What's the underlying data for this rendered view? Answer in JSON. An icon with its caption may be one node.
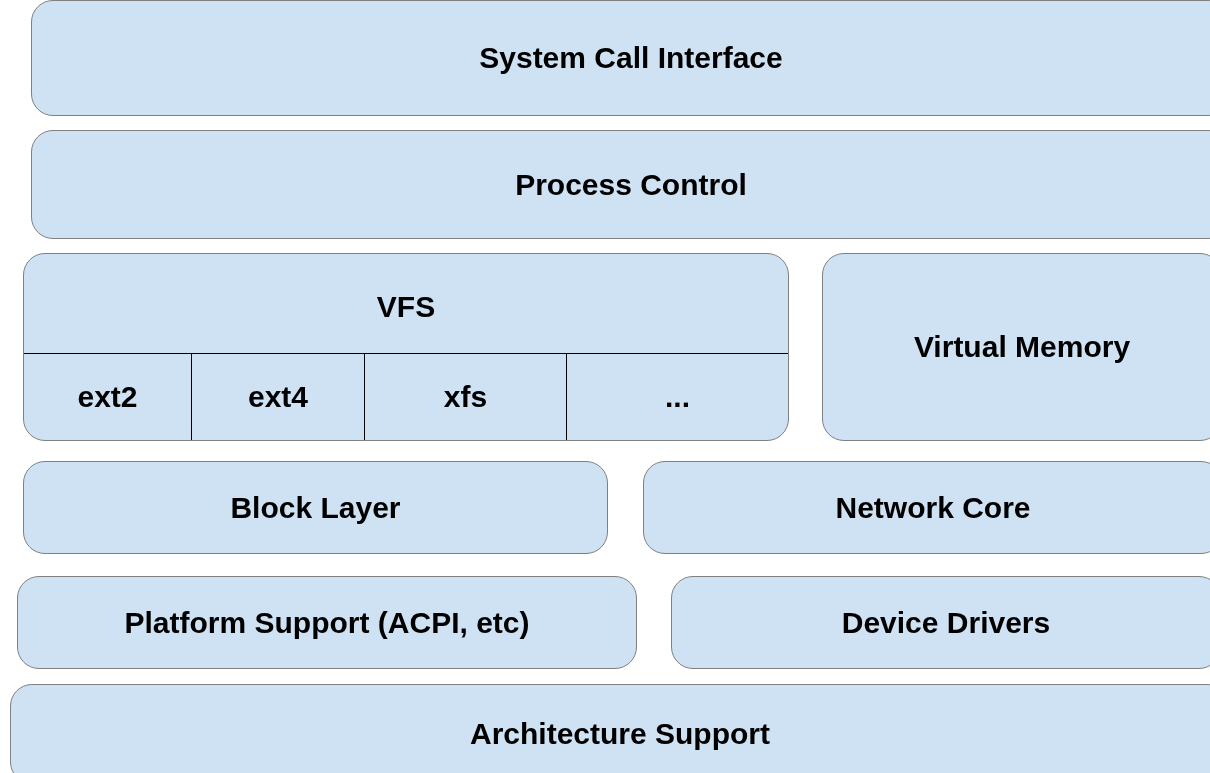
{
  "diagram": {
    "nodes": [
      {
        "text": [
          "System Call Interface"
        ]
      },
      {
        "text": [
          "Process Control"
        ]
      },
      {
        "text": [
          "VFS"
        ]
      },
      {
        "text": [
          "ext2"
        ],
        "in": 2
      },
      {
        "text": [
          "ext4"
        ],
        "in": 2
      },
      {
        "text": [
          "xfs"
        ],
        "in": 2
      },
      {
        "text": [
          "..."
        ],
        "in": 2
      },
      {
        "text": [
          "Virtual Memory"
        ]
      },
      {
        "text": [
          "Block Layer"
        ]
      },
      {
        "text": [
          "Network Core"
        ]
      },
      {
        "text": [
          "Platform Support (ACPI, etc)"
        ]
      },
      {
        "text": [
          "Device Drivers"
        ]
      },
      {
        "text": [
          "Architecture Support"
        ]
      }
    ]
  }
}
